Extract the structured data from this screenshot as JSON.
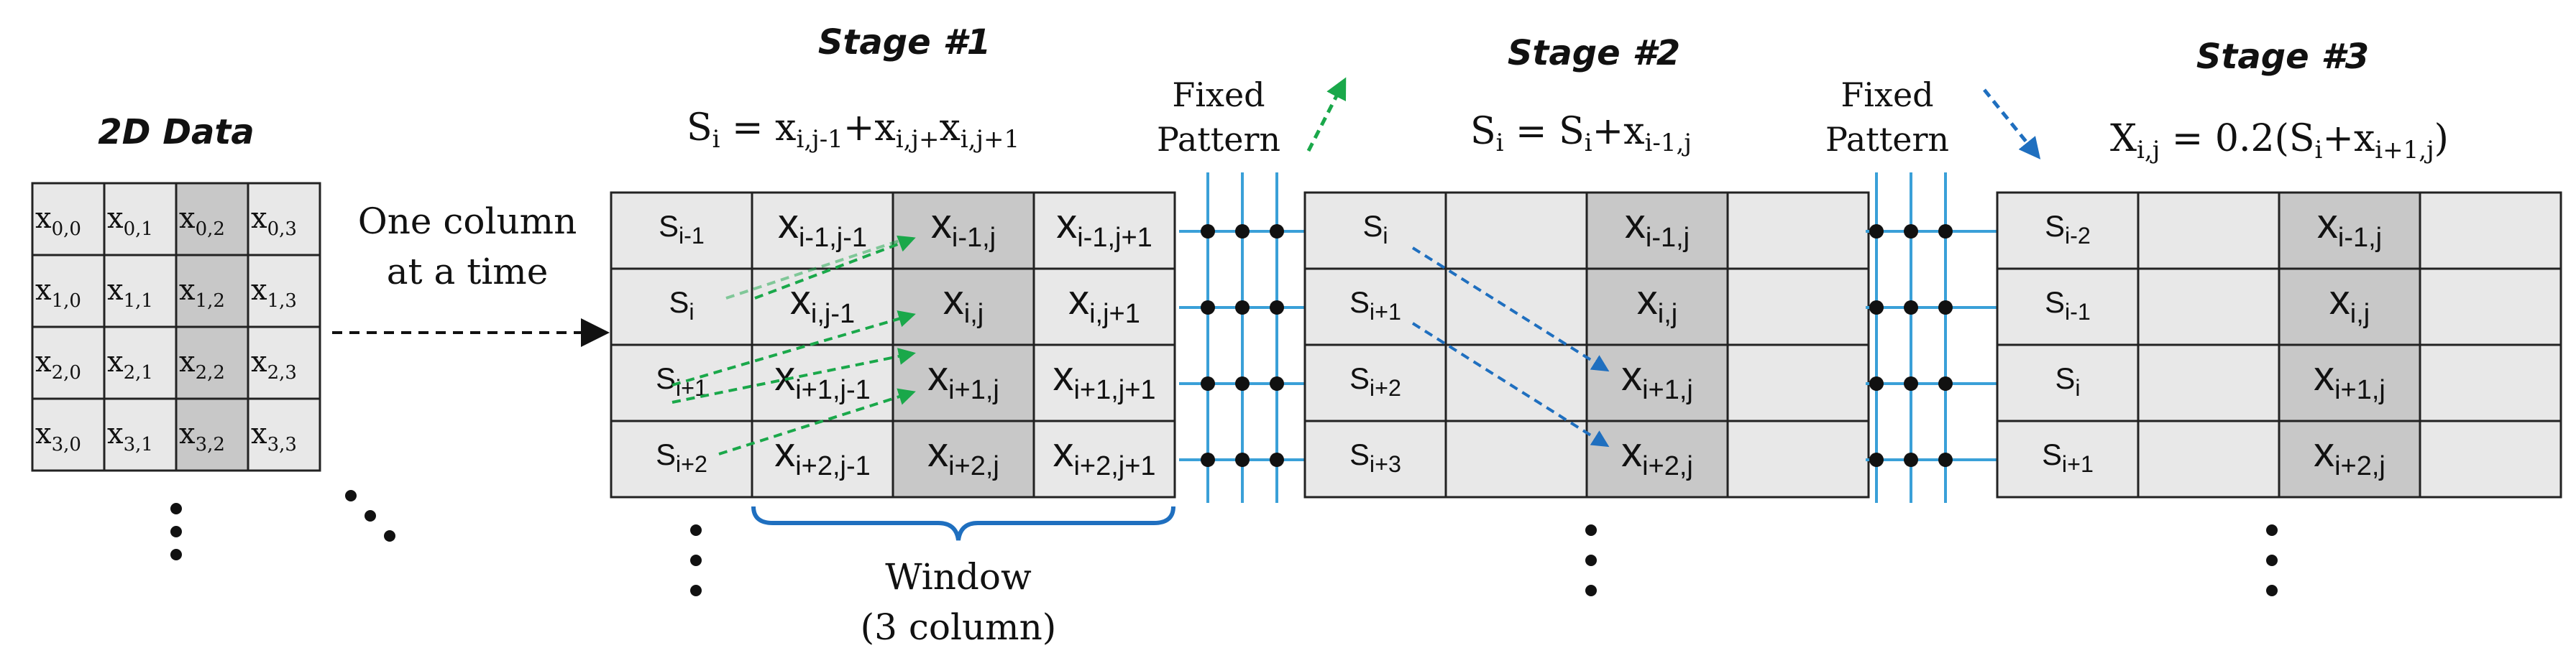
{
  "data2d": {
    "title": "2D Data",
    "cells": [
      [
        "x0,0",
        "x0,1",
        "x0,2",
        "x0,3"
      ],
      [
        "x1,0",
        "x1,1",
        "x1,2",
        "x1,3"
      ],
      [
        "x2,0",
        "x2,1",
        "x2,2",
        "x2,3"
      ],
      [
        "x3,0",
        "x3,1",
        "x3,2",
        "x3,3"
      ]
    ],
    "cells_sub": [
      [
        "0,0",
        "0,1",
        "0,2",
        "0,3"
      ],
      [
        "1,0",
        "1,1",
        "1,2",
        "1,3"
      ],
      [
        "2,0",
        "2,1",
        "2,2",
        "2,3"
      ],
      [
        "3,0",
        "3,1",
        "3,2",
        "3,3"
      ]
    ],
    "highlight_col": 2
  },
  "arrow_label": {
    "line1": "One column",
    "line2": "at a time"
  },
  "stage1": {
    "title": "Stage #1",
    "formula": "Si = xi,j-1+xi,j+xi,j+1",
    "rows": [
      [
        "Si-1",
        "xi-1,j-1",
        "xi-1,j",
        "xi-1,j+1"
      ],
      [
        "Si",
        "xi,j-1",
        "xi,j",
        "xi,j+1"
      ],
      [
        "Si+1",
        "xi+1,j-1",
        "xi+1,j",
        "xi+1,j+1"
      ],
      [
        "Si+2",
        "xi+2,j-1",
        "xi+2,j",
        "xi+2,j+1"
      ]
    ],
    "window_label": {
      "line1": "Window",
      "line2": "(3 column)"
    }
  },
  "pattern1": {
    "line1": "Fixed",
    "line2": "Pattern"
  },
  "stage2": {
    "title": "Stage #2",
    "formula": "Si = Si+xi-1,j",
    "rows": [
      [
        "Si",
        "",
        "xi-1,j",
        ""
      ],
      [
        "Si+1",
        "",
        "xi,j",
        ""
      ],
      [
        "Si+2",
        "",
        "xi+1,j",
        ""
      ],
      [
        "Si+3",
        "",
        "xi+2,j",
        ""
      ]
    ]
  },
  "pattern2": {
    "line1": "Fixed",
    "line2": "Pattern"
  },
  "stage3": {
    "title": "Stage #3",
    "formula": "Xi,j = 0.2(Si+xi+1,j)",
    "rows": [
      [
        "Si-2",
        "",
        "xi-1,j",
        ""
      ],
      [
        "Si-1",
        "",
        "xi,j",
        ""
      ],
      [
        "Si",
        "",
        "xi+1,j",
        ""
      ],
      [
        "Si+1",
        "",
        "xi+2,j",
        ""
      ]
    ]
  },
  "colors": {
    "cell": "#e8e8e8",
    "cell_dark": "#c8c8c8",
    "border": "#222222",
    "green_arrow": "#1aa84a",
    "blue_arrow": "#1f6fbf",
    "wire": "#3aa0d8"
  }
}
